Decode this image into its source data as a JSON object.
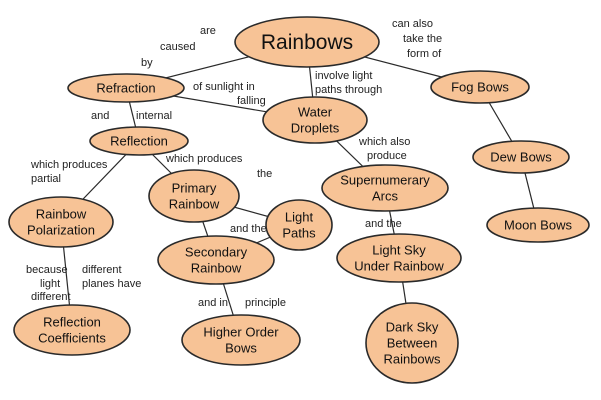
{
  "colors": {
    "node_fill": "#f7c396",
    "node_stroke": "#2a2a2a",
    "background": "#ffffff"
  },
  "nodes": [
    {
      "id": "rainbows",
      "lines": [
        "Rainbows"
      ]
    },
    {
      "id": "refraction",
      "lines": [
        "Refraction"
      ]
    },
    {
      "id": "water-droplets",
      "lines": [
        "Water",
        "Droplets"
      ]
    },
    {
      "id": "fog-bows",
      "lines": [
        "Fog Bows"
      ]
    },
    {
      "id": "reflection",
      "lines": [
        "Reflection"
      ]
    },
    {
      "id": "dew-bows",
      "lines": [
        "Dew Bows"
      ]
    },
    {
      "id": "primary-rainbow",
      "lines": [
        "Primary",
        "Rainbow"
      ]
    },
    {
      "id": "supernumerary-arcs",
      "lines": [
        "Supernumerary",
        "Arcs"
      ]
    },
    {
      "id": "rainbow-polarization",
      "lines": [
        "Rainbow",
        "Polarization"
      ]
    },
    {
      "id": "light-paths",
      "lines": [
        "Light",
        "Paths"
      ]
    },
    {
      "id": "moon-bows",
      "lines": [
        "Moon Bows"
      ]
    },
    {
      "id": "secondary-rainbow",
      "lines": [
        "Secondary",
        "Rainbow"
      ]
    },
    {
      "id": "light-sky-under-rainbow",
      "lines": [
        "Light Sky",
        "Under Rainbow"
      ]
    },
    {
      "id": "reflection-coefficients",
      "lines": [
        "Reflection",
        "Coefficients"
      ]
    },
    {
      "id": "higher-order-bows",
      "lines": [
        "Higher Order",
        "Bows"
      ]
    },
    {
      "id": "dark-sky-between-rainbows",
      "lines": [
        "Dark Sky",
        "Between",
        "Rainbows"
      ]
    }
  ],
  "edges": [
    {
      "from": "rainbows",
      "to": "refraction"
    },
    {
      "from": "rainbows",
      "to": "water-droplets"
    },
    {
      "from": "rainbows",
      "to": "fog-bows"
    },
    {
      "from": "refraction",
      "to": "water-droplets"
    },
    {
      "from": "refraction",
      "to": "reflection"
    },
    {
      "from": "fog-bows",
      "to": "dew-bows"
    },
    {
      "from": "dew-bows",
      "to": "moon-bows"
    },
    {
      "from": "water-droplets",
      "to": "supernumerary-arcs"
    },
    {
      "from": "reflection",
      "to": "rainbow-polarization"
    },
    {
      "from": "reflection",
      "to": "primary-rainbow"
    },
    {
      "from": "primary-rainbow",
      "to": "light-paths"
    },
    {
      "from": "primary-rainbow",
      "to": "secondary-rainbow"
    },
    {
      "from": "secondary-rainbow",
      "to": "light-paths"
    },
    {
      "from": "secondary-rainbow",
      "to": "higher-order-bows"
    },
    {
      "from": "rainbow-polarization",
      "to": "reflection-coefficients"
    },
    {
      "from": "supernumerary-arcs",
      "to": "light-sky-under-rainbow"
    },
    {
      "from": "light-sky-under-rainbow",
      "to": "dark-sky-between-rainbows"
    }
  ],
  "link_labels": [
    {
      "id": "are-caused-by",
      "lines": [
        "are",
        "caused",
        "by"
      ]
    },
    {
      "id": "involve-light-paths-through",
      "lines": [
        "involve light",
        "paths through"
      ]
    },
    {
      "id": "can-also-take-the-form-of",
      "lines": [
        "can also",
        "take the",
        "form of"
      ]
    },
    {
      "id": "of-sunlight-in-falling",
      "lines": [
        "of sunlight in",
        "falling"
      ]
    },
    {
      "id": "and-internal",
      "lines": [
        "and",
        "internal"
      ]
    },
    {
      "id": "which-also-produce",
      "lines": [
        "which also",
        "produce"
      ]
    },
    {
      "id": "which-produces-partial",
      "lines": [
        "which produces",
        "partial"
      ]
    },
    {
      "id": "which-produces-the",
      "lines": [
        "which produces",
        "the"
      ]
    },
    {
      "id": "and-the-secondary",
      "lines": [
        "and the"
      ]
    },
    {
      "id": "and-the-light-sky",
      "lines": [
        "and the"
      ]
    },
    {
      "id": "because-light-different",
      "lines": [
        "because",
        "light",
        "different"
      ]
    },
    {
      "id": "different-planes-have",
      "lines": [
        "different",
        "planes have"
      ]
    },
    {
      "id": "and-in-principle",
      "lines": [
        "and in",
        "principle"
      ]
    }
  ]
}
